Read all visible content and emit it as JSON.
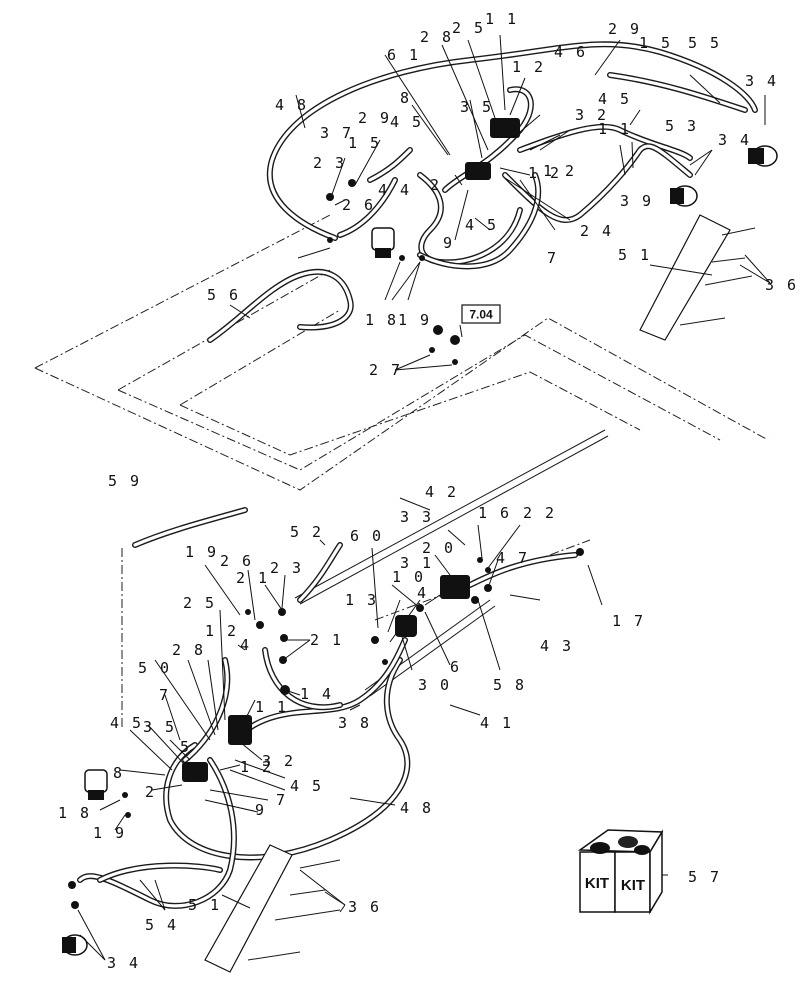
{
  "reference_box": "7.04",
  "kit_box": {
    "label_left": "KIT",
    "label_right": "KIT"
  },
  "callouts": [
    {
      "id": "c48a",
      "text": "4 8"
    },
    {
      "id": "c61",
      "text": "6 1"
    },
    {
      "id": "c28a",
      "text": "2 8"
    },
    {
      "id": "c25a",
      "text": "2 5"
    },
    {
      "id": "c11a",
      "text": "1 1"
    },
    {
      "id": "c29a",
      "text": "2 9"
    },
    {
      "id": "c15a",
      "text": "1 5"
    },
    {
      "id": "c55",
      "text": "5 5"
    },
    {
      "id": "c12a",
      "text": "1 2"
    },
    {
      "id": "c46",
      "text": "4 6"
    },
    {
      "id": "c34a",
      "text": "3 4"
    },
    {
      "id": "c8a",
      "text": "8"
    },
    {
      "id": "c35a",
      "text": "3 5"
    },
    {
      "id": "c32a",
      "text": "3 2"
    },
    {
      "id": "c45a",
      "text": "4 5"
    },
    {
      "id": "c53",
      "text": "5 3"
    },
    {
      "id": "c37",
      "text": "3 7"
    },
    {
      "id": "c29b",
      "text": "2 9"
    },
    {
      "id": "c45b",
      "text": "4 5"
    },
    {
      "id": "c15b",
      "text": "1 5"
    },
    {
      "id": "c11b",
      "text": "1 1"
    },
    {
      "id": "c34b",
      "text": "3 4"
    },
    {
      "id": "c23a",
      "text": "2 3"
    },
    {
      "id": "c2a",
      "text": "2"
    },
    {
      "id": "c12b",
      "text": "1 2"
    },
    {
      "id": "c26a",
      "text": "2 6"
    },
    {
      "id": "c44",
      "text": "4 4"
    },
    {
      "id": "c39",
      "text": "3 9"
    },
    {
      "id": "c24",
      "text": "2 4"
    },
    {
      "id": "c9a",
      "text": "9"
    },
    {
      "id": "c45c",
      "text": "4 5"
    },
    {
      "id": "c7a",
      "text": "7"
    },
    {
      "id": "c12c",
      "text": "1 2"
    },
    {
      "id": "c51a",
      "text": "5 1"
    },
    {
      "id": "c36a",
      "text": "3 6"
    },
    {
      "id": "c18a",
      "text": "1 8"
    },
    {
      "id": "c19a",
      "text": "1 9"
    },
    {
      "id": "c56",
      "text": "5 6"
    },
    {
      "id": "c27",
      "text": "2 7"
    },
    {
      "id": "c59",
      "text": "5 9"
    },
    {
      "id": "c42",
      "text": "4 2"
    },
    {
      "id": "c33",
      "text": "3 3"
    },
    {
      "id": "c16",
      "text": "1 6"
    },
    {
      "id": "c22",
      "text": "2 2"
    },
    {
      "id": "c52",
      "text": "5 2"
    },
    {
      "id": "c60",
      "text": "6 0"
    },
    {
      "id": "c20",
      "text": "2 0"
    },
    {
      "id": "c47",
      "text": "4 7"
    },
    {
      "id": "c19b",
      "text": "1 9"
    },
    {
      "id": "c26b",
      "text": "2 6"
    },
    {
      "id": "c31",
      "text": "3 1"
    },
    {
      "id": "c21a",
      "text": "2 1"
    },
    {
      "id": "c23b",
      "text": "2 3"
    },
    {
      "id": "c10",
      "text": "1 0"
    },
    {
      "id": "c17",
      "text": "1 7"
    },
    {
      "id": "c13",
      "text": "1 3"
    },
    {
      "id": "c4",
      "text": "4"
    },
    {
      "id": "c25b",
      "text": "2 5"
    },
    {
      "id": "c12d",
      "text": "1 2"
    },
    {
      "id": "c4b",
      "text": "4"
    },
    {
      "id": "c21b",
      "text": "2 1"
    },
    {
      "id": "c43",
      "text": "4 3"
    },
    {
      "id": "c50",
      "text": "5 0"
    },
    {
      "id": "c28b",
      "text": "2 8"
    },
    {
      "id": "c6",
      "text": "6"
    },
    {
      "id": "c14",
      "text": "1 4"
    },
    {
      "id": "c30",
      "text": "3 0"
    },
    {
      "id": "c58",
      "text": "5 8"
    },
    {
      "id": "c7b",
      "text": "7"
    },
    {
      "id": "c11c",
      "text": "1 1"
    },
    {
      "id": "c38",
      "text": "3 8"
    },
    {
      "id": "c41",
      "text": "4 1"
    },
    {
      "id": "c45d",
      "text": "4 5"
    },
    {
      "id": "c35b",
      "text": "3 5"
    },
    {
      "id": "c5",
      "text": "5"
    },
    {
      "id": "c32b",
      "text": "3 2"
    },
    {
      "id": "c8b",
      "text": "8"
    },
    {
      "id": "c12e",
      "text": "1 2"
    },
    {
      "id": "c45e",
      "text": "4 5"
    },
    {
      "id": "c2b",
      "text": "2"
    },
    {
      "id": "c7c",
      "text": "7"
    },
    {
      "id": "c9b",
      "text": "9"
    },
    {
      "id": "c18b",
      "text": "1 8"
    },
    {
      "id": "c48b",
      "text": "4 8"
    },
    {
      "id": "c19c",
      "text": "1 9"
    },
    {
      "id": "c51b",
      "text": "5 1"
    },
    {
      "id": "c36b",
      "text": "3 6"
    },
    {
      "id": "c54",
      "text": "5 4"
    },
    {
      "id": "c34c",
      "text": "3 4"
    },
    {
      "id": "c57",
      "text": "5 7"
    }
  ]
}
